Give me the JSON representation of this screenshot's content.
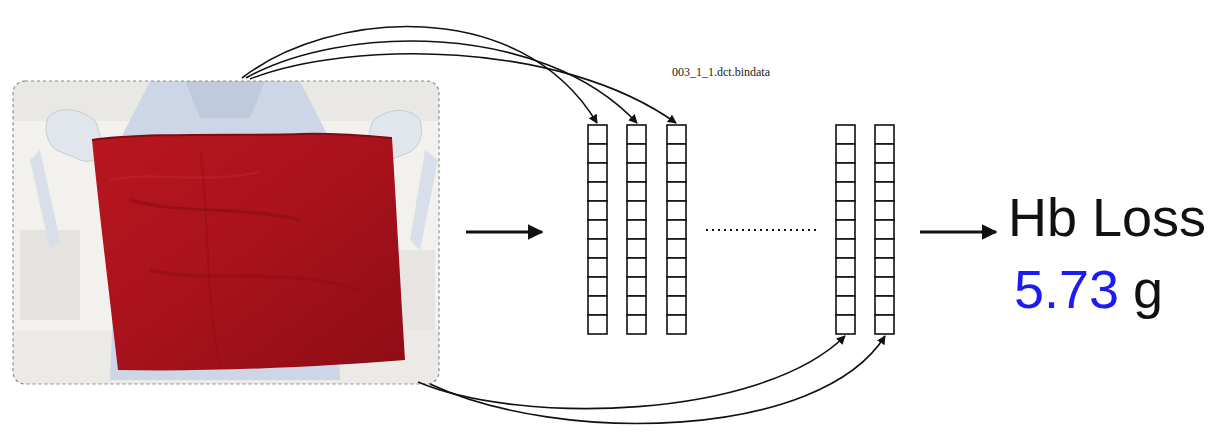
{
  "diagram": {
    "labels": [
      "003_1_1.dct.bindata",
      "Hb Loss",
      "5.73",
      "g"
    ]
  }
}
